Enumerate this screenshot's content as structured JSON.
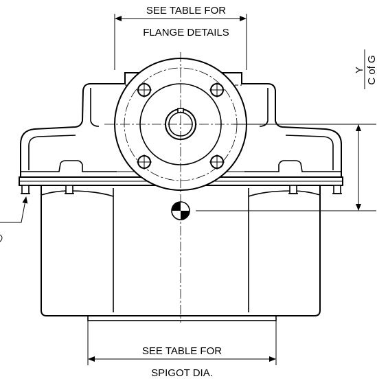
{
  "labels": {
    "flange_line1": "SEE TABLE FOR",
    "flange_line2": "FLANGE DETAILS",
    "spigot_line1": "SEE TABLE FOR",
    "spigot_line2": "SPIGOT DIA.",
    "dim_y": "Y",
    "cog": "C of G"
  },
  "colors": {
    "line": "#000000",
    "background": "#ffffff"
  }
}
